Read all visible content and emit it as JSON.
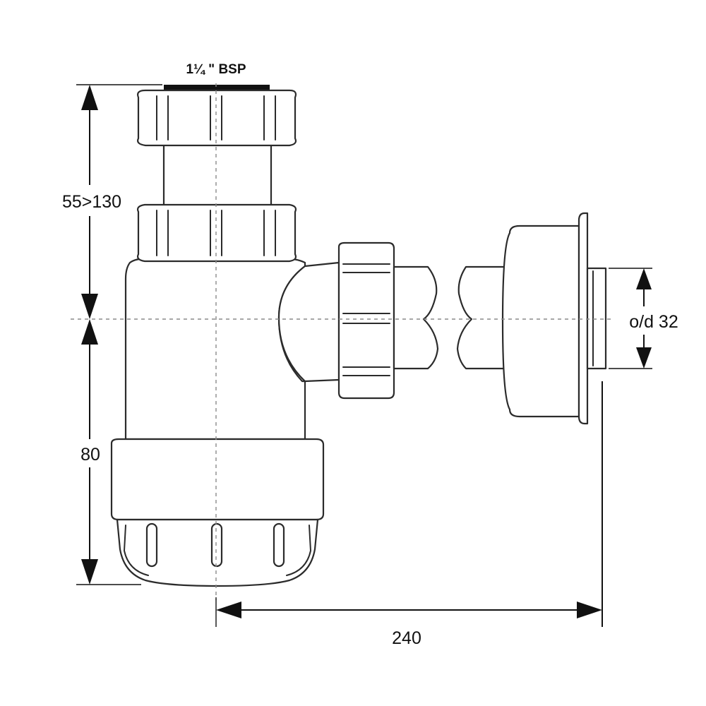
{
  "labels": {
    "thread": "1¼ \" BSP",
    "height_adjust": "55>130",
    "seal_depth": "80",
    "outlet_diameter": "o/d 32",
    "overall_length": "240"
  },
  "colors": {
    "line": "#2b2b2b",
    "dimension": "#111111",
    "centerline": "#8a8a8a",
    "thread_band": "#111111"
  }
}
